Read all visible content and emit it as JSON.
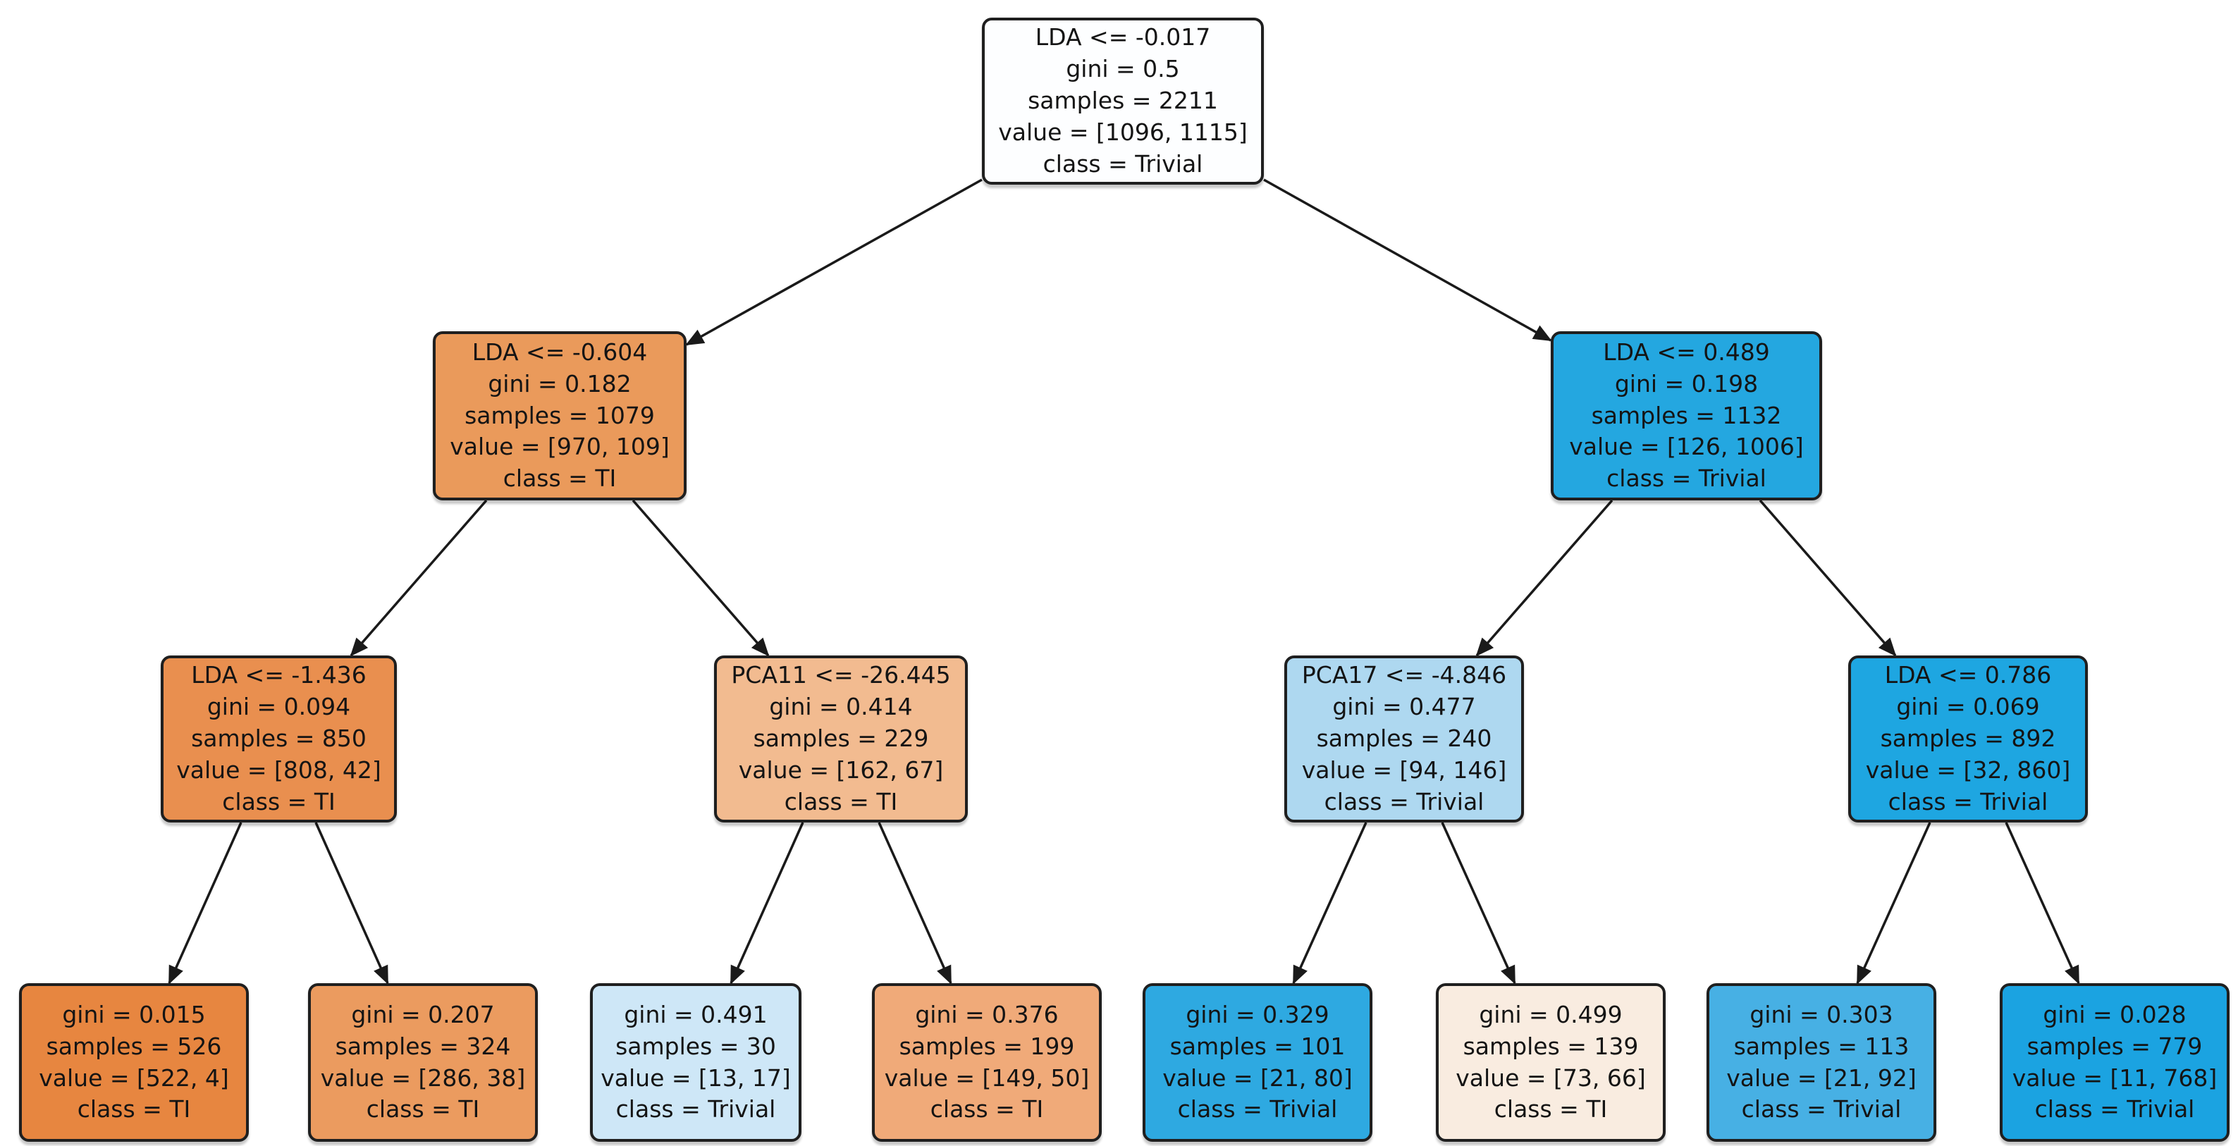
{
  "figure": {
    "background": "#ffffff",
    "edge_color": "#1a1a1a",
    "class_names": [
      "TI",
      "Trivial"
    ],
    "class_colors": {
      "TI": "#e58139",
      "Trivial": "#399de5"
    }
  },
  "tree": {
    "nodes": {
      "root": {
        "condition": "LDA <= -0.017",
        "gini": "gini = 0.5",
        "samples": "samples = 2211",
        "value": "value = [1096, 1115]",
        "class": "class = Trivial",
        "fill": "#fdfeff"
      },
      "l2_left": {
        "condition": "LDA <= -0.604",
        "gini": "gini = 0.182",
        "samples": "samples = 1079",
        "value": "value = [970, 109]",
        "class": "class = TI",
        "fill": "#ea9a5b"
      },
      "l2_right": {
        "condition": "LDA <= 0.489",
        "gini": "gini = 0.198",
        "samples": "samples = 1132",
        "value": "value = [126, 1006]",
        "class": "class = Trivial",
        "fill": "#24a7e0"
      },
      "l3_1": {
        "condition": "LDA <= -1.436",
        "gini": "gini = 0.094",
        "samples": "samples = 850",
        "value": "value = [808, 42]",
        "class": "class = TI",
        "fill": "#e98f4f"
      },
      "l3_2": {
        "condition": "PCA11 <= -26.445",
        "gini": "gini = 0.414",
        "samples": "samples = 229",
        "value": "value = [162, 67]",
        "class": "class = TI",
        "fill": "#f2bb90"
      },
      "l3_3": {
        "condition": "PCA17 <= -4.846",
        "gini": "gini = 0.477",
        "samples": "samples = 240",
        "value": "value = [94, 146]",
        "class": "class = Trivial",
        "fill": "#aed8f0"
      },
      "l3_4": {
        "condition": "LDA <= 0.786",
        "gini": "gini = 0.069",
        "samples": "samples = 892",
        "value": "value = [32, 860]",
        "class": "class = Trivial",
        "fill": "#1ea6e1"
      },
      "leaf1": {
        "gini": "gini = 0.015",
        "samples": "samples = 526",
        "value": "value = [522, 4]",
        "class": "class = TI",
        "fill": "#e78640"
      },
      "leaf2": {
        "gini": "gini = 0.207",
        "samples": "samples = 324",
        "value": "value = [286, 38]",
        "class": "class = TI",
        "fill": "#eb9b5f"
      },
      "leaf3": {
        "gini": "gini = 0.491",
        "samples": "samples = 30",
        "value": "value = [13, 17]",
        "class": "class = Trivial",
        "fill": "#cee7f7"
      },
      "leaf4": {
        "gini": "gini = 0.376",
        "samples": "samples = 199",
        "value": "value = [149, 50]",
        "class": "class = TI",
        "fill": "#f0aa79"
      },
      "leaf5": {
        "gini": "gini = 0.329",
        "samples": "samples = 101",
        "value": "value = [21, 80]",
        "class": "class = Trivial",
        "fill": "#2ea9e1"
      },
      "leaf6": {
        "gini": "gini = 0.499",
        "samples": "samples = 139",
        "value": "value = [73, 66]",
        "class": "class = TI",
        "fill": "#f9ece0"
      },
      "leaf7": {
        "gini": "gini = 0.303",
        "samples": "samples = 113",
        "value": "value = [21, 92]",
        "class": "class = Trivial",
        "fill": "#47b0e4"
      },
      "leaf8": {
        "gini": "gini = 0.028",
        "samples": "samples = 779",
        "value": "value = [11, 768]",
        "class": "class = Trivial",
        "fill": "#1ba3e1"
      }
    },
    "edges": [
      {
        "from": "root",
        "to": "l2_left"
      },
      {
        "from": "root",
        "to": "l2_right"
      },
      {
        "from": "l2_left",
        "to": "l3_1"
      },
      {
        "from": "l2_left",
        "to": "l3_2"
      },
      {
        "from": "l2_right",
        "to": "l3_3"
      },
      {
        "from": "l2_right",
        "to": "l3_4"
      },
      {
        "from": "l3_1",
        "to": "leaf1"
      },
      {
        "from": "l3_1",
        "to": "leaf2"
      },
      {
        "from": "l3_2",
        "to": "leaf3"
      },
      {
        "from": "l3_2",
        "to": "leaf4"
      },
      {
        "from": "l3_3",
        "to": "leaf5"
      },
      {
        "from": "l3_3",
        "to": "leaf6"
      },
      {
        "from": "l3_4",
        "to": "leaf7"
      },
      {
        "from": "l3_4",
        "to": "leaf8"
      }
    ]
  }
}
